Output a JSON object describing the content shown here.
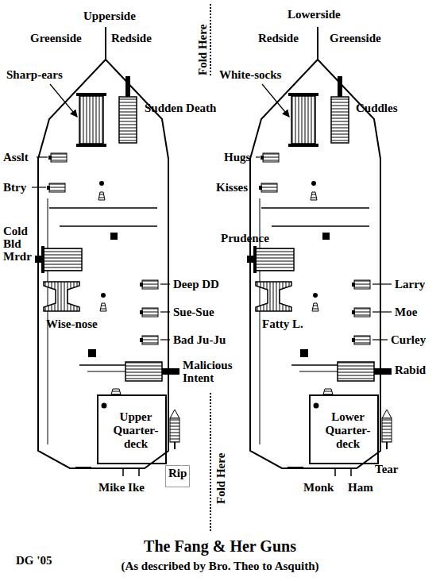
{
  "diagram": {
    "title": "The Fang & Her Guns",
    "caption": "(As described by Bro. Theo to Asquith)",
    "nodes": [
      {
        "text": [
          "Upper Quarter-deck"
        ]
      },
      {
        "text": [
          "Rip"
        ]
      },
      {
        "text": [
          "Lower Quarter-deck"
        ]
      }
    ],
    "labels": [
      "Upperside",
      "Greenside",
      "Redside",
      "Fold Here",
      "Lowerside",
      "Redside",
      "Greenside",
      "Sharp-ears",
      "Sudden Death",
      "White-socks",
      "Cuddles",
      "Asslt",
      "Btry",
      "Hugs",
      "Kisses",
      "Cold Bld Mrdr",
      "Prudence",
      "Wise-nose",
      "Deep DD",
      "Sue-Sue",
      "Bad Ju-Ju",
      "Fatty L.",
      "Larry",
      "Moe",
      "Curley",
      "Malicious Intent",
      "Rabid",
      "Fold Here",
      "Mike Ike",
      "Tear",
      "Monk",
      "Ham",
      "DG '05"
    ]
  }
}
